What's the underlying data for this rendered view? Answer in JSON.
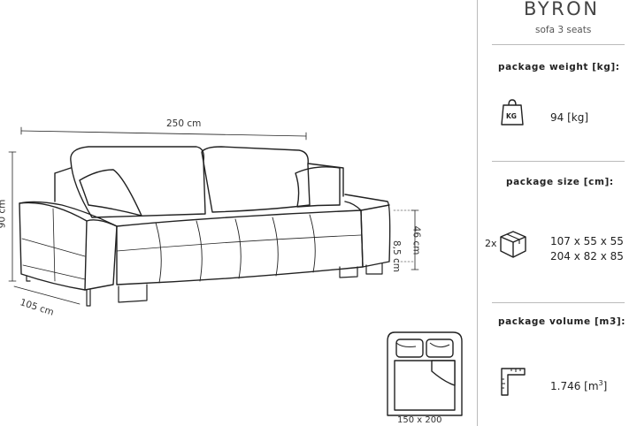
{
  "product": {
    "name": "BYRON",
    "type": "sofa 3 seats"
  },
  "dimensions": {
    "width": "250 cm",
    "height": "90 cm",
    "depth": "105 cm",
    "seat_height": "46 cm",
    "leg_height": "8,5 cm"
  },
  "bed": {
    "label": "150 x 200"
  },
  "specs": {
    "weight": {
      "heading": "package weight [kg]:",
      "icon_text": "KG",
      "value": "94 [kg]"
    },
    "size": {
      "heading": "package size [cm]:",
      "multiplier": "2x",
      "values": [
        "107 x 55 x 55",
        "204 x 82 x 85"
      ]
    },
    "volume": {
      "heading": "package volume [m3]:",
      "value": "1.746 [m",
      "unit_sup": "3",
      "unit_close": "]"
    }
  },
  "colors": {
    "line": "#222222",
    "divider": "#bbbbbb"
  }
}
